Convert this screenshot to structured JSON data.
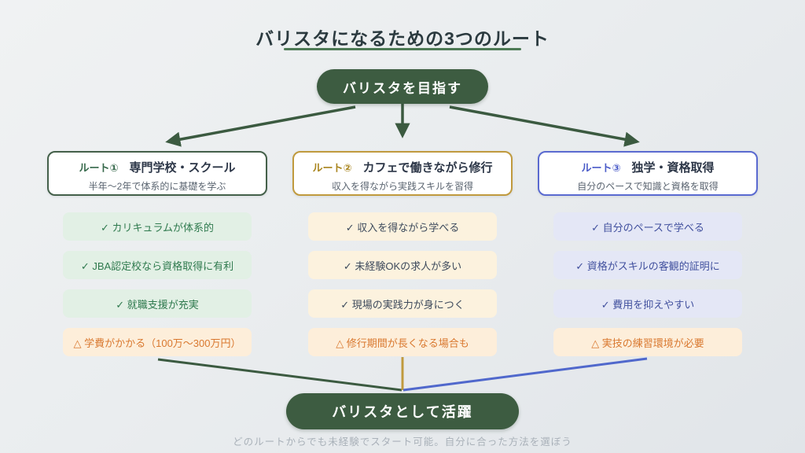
{
  "title": "バリスタになるための3つのルート",
  "start_node": "バリスタを目指す",
  "end_node": "バリスタとして活躍",
  "footer": "どのルートからでも未経験でスタート可能。自分に合った方法を選ぼう",
  "routes": [
    {
      "badge": "ルート①",
      "name": "専門学校・スクール",
      "subtitle": "半年〜2年で体系的に基礎を学ぶ",
      "items": [
        "✓ カリキュラムが体系的",
        "✓ JBA認定校なら資格取得に有利",
        "✓ 就職支援が充実",
        "△ 学費がかかる（100万〜300万円）"
      ]
    },
    {
      "badge": "ルート②",
      "name": "カフェで働きながら修行",
      "subtitle": "収入を得ながら実践スキルを習得",
      "items": [
        "✓ 収入を得ながら学べる",
        "✓ 未経験OKの求人が多い",
        "✓ 現場の実践力が身につく",
        "△ 修行期間が長くなる場合も"
      ]
    },
    {
      "badge": "ルート③",
      "name": "独学・資格取得",
      "subtitle": "自分のペースで知識と資格を取得",
      "items": [
        "✓ 自分のペースで学べる",
        "✓ 資格がスキルの客観的証明に",
        "✓ 費用を抑えやすい",
        "△ 実技の練習環境が必要"
      ]
    }
  ],
  "colors": {
    "dark_green": "#3b5a40",
    "node_green": "#3d5c41",
    "underline_green": "#4d7a55",
    "route1_accent": "#35684a",
    "route2_accent": "#a9851e",
    "route3_accent": "#4a5bc8",
    "route1_border": "#44604a",
    "route2_border": "#c09a3e",
    "route3_border": "#5a6ad0",
    "pro1_bg": "#e2f0e5",
    "pro1_text": "#2f7a4e",
    "pro2_bg": "#fcf2de",
    "pro2_text": "#3d4a5c",
    "pro3_bg": "#e4e7f6",
    "pro3_text": "#41509e",
    "caution_bg": "#fdeeda",
    "caution_text": "#d9782f",
    "gold_line": "#c09a3e",
    "blue_line": "#5068cc"
  }
}
